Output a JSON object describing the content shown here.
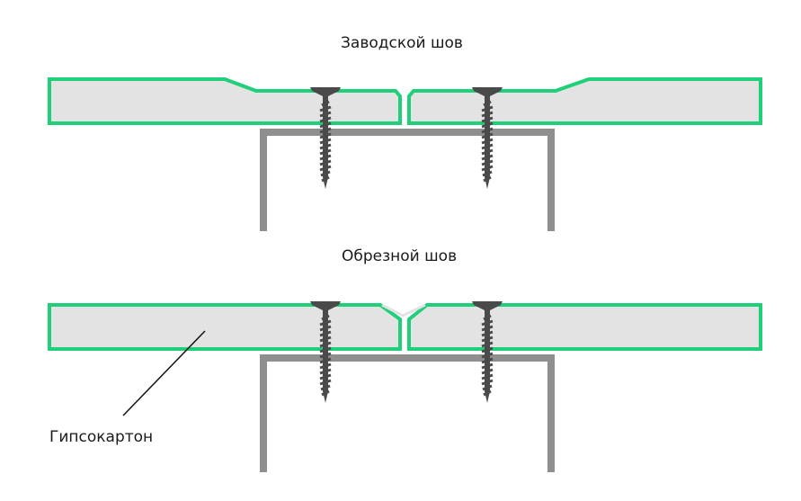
{
  "titles": {
    "factory_seam": "Заводской шов",
    "cut_seam": "Обрезной шов"
  },
  "labels": {
    "drywall": "Гипсокартон"
  },
  "colors": {
    "board_fill": "#e3e3e3",
    "board_edge": "#1fcf7a",
    "profile": "#8f8f8f",
    "screw": "#4a4a4a",
    "leader_line": "#111111",
    "text": "#1a1a1a"
  }
}
